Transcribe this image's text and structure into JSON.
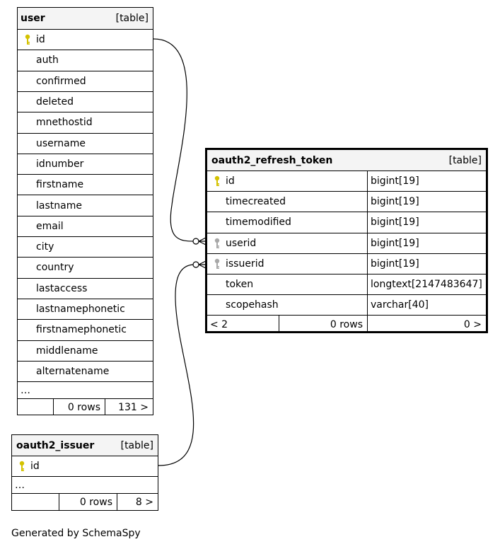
{
  "tables": {
    "user": {
      "name": "user",
      "kind": "[table]",
      "columns": [
        "id",
        "auth",
        "confirmed",
        "deleted",
        "mnethostid",
        "username",
        "idnumber",
        "firstname",
        "lastname",
        "email",
        "city",
        "country",
        "lastaccess",
        "lastnamephonetic",
        "firstnamephonetic",
        "middlename",
        "alternatename"
      ],
      "ellipsis": "…",
      "rows_label": "0 rows",
      "nav_label": "131 >"
    },
    "refresh": {
      "name": "oauth2_refresh_token",
      "kind": "[table]",
      "columns": [
        {
          "name": "id",
          "type": "bigint[19]"
        },
        {
          "name": "timecreated",
          "type": "bigint[19]"
        },
        {
          "name": "timemodified",
          "type": "bigint[19]"
        },
        {
          "name": "userid",
          "type": "bigint[19]"
        },
        {
          "name": "issuerid",
          "type": "bigint[19]"
        },
        {
          "name": "token",
          "type": "longtext[2147483647]"
        },
        {
          "name": "scopehash",
          "type": "varchar[40]"
        }
      ],
      "prev_label": "< 2",
      "rows_label": "0 rows",
      "nav_label": "0 >"
    },
    "issuer": {
      "name": "oauth2_issuer",
      "kind": "[table]",
      "columns": [
        "id"
      ],
      "ellipsis": "…",
      "rows_label": "0 rows",
      "nav_label": "8 >"
    }
  },
  "icons": {
    "primary_key": "key-icon-gold",
    "foreign_key": "key-icon-gray"
  },
  "colors": {
    "primary_key": "#d4c200",
    "foreign_key": "#a8a8a8",
    "header_bg": "#f4f4f4"
  },
  "footer": "Generated by SchemaSpy"
}
